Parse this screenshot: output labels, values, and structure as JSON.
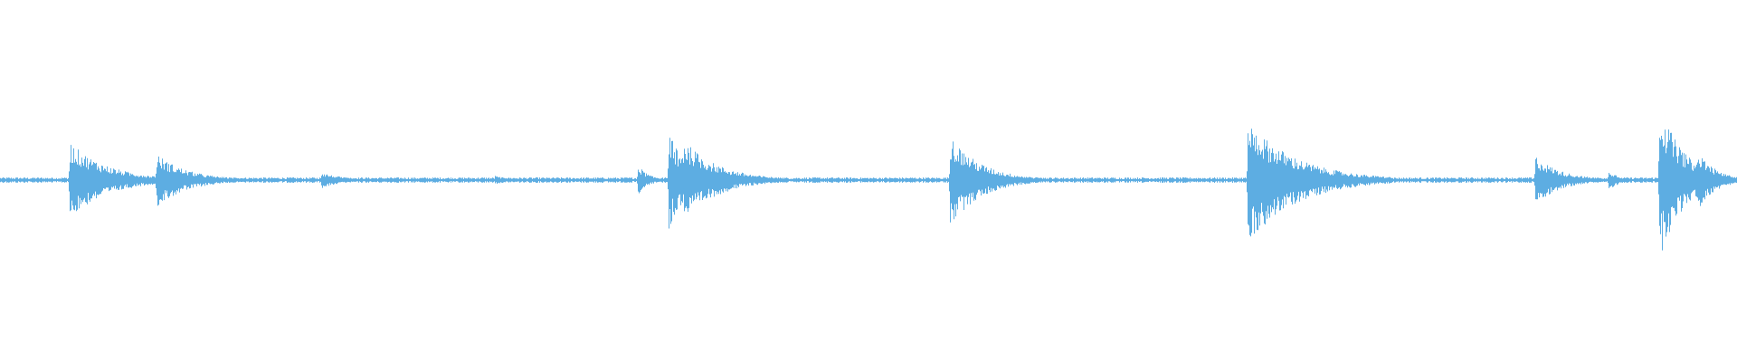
{
  "chart_data": {
    "type": "area",
    "kind": "audio-waveform",
    "color": "#5DADE2",
    "background": "#FFFFFF",
    "ylim": [
      -1,
      1
    ],
    "grid": false,
    "legend": "none",
    "noise_floor": 0.01,
    "events": [
      {
        "t": 0.04,
        "peak_up": 0.21,
        "peak_down": 0.215,
        "decay": 0.022
      },
      {
        "t": 0.09,
        "peak_up": 0.145,
        "peak_down": 0.15,
        "decay": 0.018
      },
      {
        "t": 0.185,
        "peak_up": 0.045,
        "peak_down": 0.045,
        "decay": 0.012
      },
      {
        "t": 0.285,
        "peak_up": 0.025,
        "peak_down": 0.025,
        "decay": 0.008
      },
      {
        "t": 0.367,
        "peak_up": 0.085,
        "peak_down": 0.085,
        "decay": 0.006
      },
      {
        "t": 0.385,
        "peak_up": 0.27,
        "peak_down": 0.28,
        "decay": 0.01
      },
      {
        "t": 0.394,
        "peak_up": 0.22,
        "peak_down": 0.22,
        "decay": 0.02
      },
      {
        "t": 0.547,
        "peak_up": 0.245,
        "peak_down": 0.255,
        "decay": 0.018
      },
      {
        "t": 0.718,
        "peak_up": 0.33,
        "peak_down": 0.35,
        "decay": 0.028
      },
      {
        "t": 0.858,
        "peak_up": 0.015,
        "peak_down": 0.015,
        "decay": 0.004
      },
      {
        "t": 0.884,
        "peak_up": 0.135,
        "peak_down": 0.135,
        "decay": 0.015
      },
      {
        "t": 0.926,
        "peak_up": 0.06,
        "peak_down": 0.06,
        "decay": 0.006
      },
      {
        "t": 0.955,
        "peak_up": 0.425,
        "peak_down": 0.435,
        "decay": 0.014
      },
      {
        "t": 0.977,
        "peak_up": 0.17,
        "peak_down": 0.17,
        "decay": 0.01
      }
    ]
  }
}
